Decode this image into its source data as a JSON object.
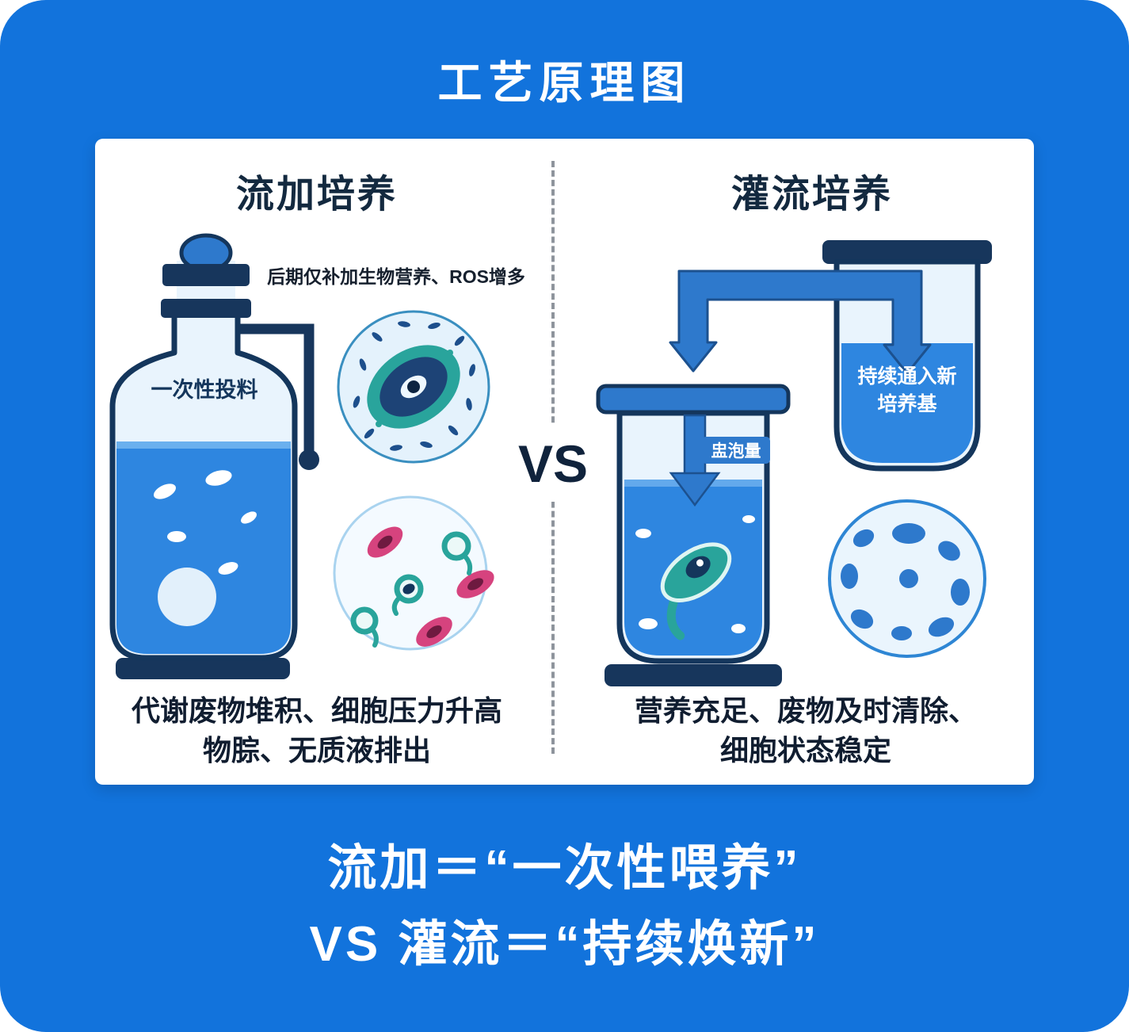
{
  "title": "工艺原理图",
  "vs_label": "VS",
  "left": {
    "heading": "流加培养",
    "annotation": "后期仅补加生物营养、ROS增多",
    "bottle_label": "一次性投料",
    "caption_line1": "代谢废物堆积、细胞压力升高",
    "caption_line2": "物腙、无质液排出"
  },
  "right": {
    "heading": "灌流培养",
    "arrow_label": "盅泡量",
    "feed_label_line1": "持续通入新",
    "feed_label_line2": "培养基",
    "caption_line1": "营养充足、废物及时清除、",
    "caption_line2": "细胞状态稳定"
  },
  "tagline": {
    "line1": "流加＝“一次性喂养”",
    "line2": "VS 灌流＝“持续焕新”"
  },
  "colors": {
    "background_blue": "#1273DC",
    "navy": "#17365C",
    "liquid_blue": "#2E86E0",
    "lid_blue": "#2E79CC",
    "teal": "#2AA39B",
    "pink": "#D6437E",
    "card_white": "#FFFFFF"
  }
}
